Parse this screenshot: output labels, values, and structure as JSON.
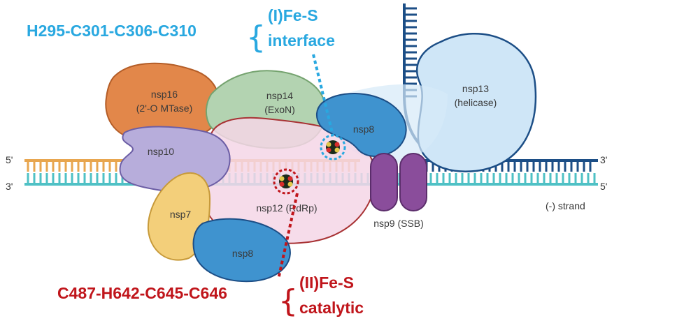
{
  "strand_ends": {
    "top_left": "5'",
    "bottom_left": "3'",
    "top_right": "3'",
    "bottom_right": "5'"
  },
  "strand_label": "(-) strand",
  "proteins": {
    "nsp16": {
      "name": "nsp16",
      "sub": "(2'-O MTase)"
    },
    "nsp14": {
      "name": "nsp14",
      "sub": "(ExoN)"
    },
    "nsp13": {
      "name": "nsp13",
      "sub": "(helicase)"
    },
    "nsp10": {
      "name": "nsp10"
    },
    "nsp8_top": {
      "name": "nsp8"
    },
    "nsp8_bottom": {
      "name": "nsp8"
    },
    "nsp7": {
      "name": "nsp7"
    },
    "nsp12": {
      "name": "nsp12 (RdRp)"
    },
    "nsp9": {
      "name": "nsp9 (SSB)"
    }
  },
  "annotations": {
    "site1": {
      "residues": "H295-C301-C306-C310",
      "line1": "(I)Fe-S",
      "line2": "interface",
      "color": "#29a8e0"
    },
    "site2": {
      "residues": "C487-H642-C645-C646",
      "line1": "(II)Fe-S",
      "line2": "catalytic",
      "color": "#c0151b"
    }
  },
  "colors": {
    "rna_orange": "#e8a64f",
    "rna_teal": "#4fc1c5",
    "rna_navy": "#1c4e86"
  }
}
